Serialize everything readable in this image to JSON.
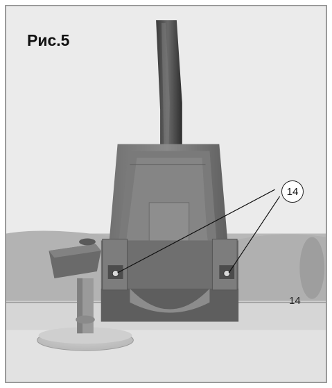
{
  "figure": {
    "title": "Рис.5",
    "callout_label": "14",
    "part_label": "14",
    "colors": {
      "background": "#e9e9e9",
      "body_plastic": "#8d8d8d",
      "body_light": "#c8c8c8",
      "handle_tube": "#4a4a4a",
      "frame_border": "#9a9a9a"
    },
    "icons": [
      "vacuum-nozzle-photo",
      "screw-icon",
      "wing-knob-icon"
    ]
  }
}
